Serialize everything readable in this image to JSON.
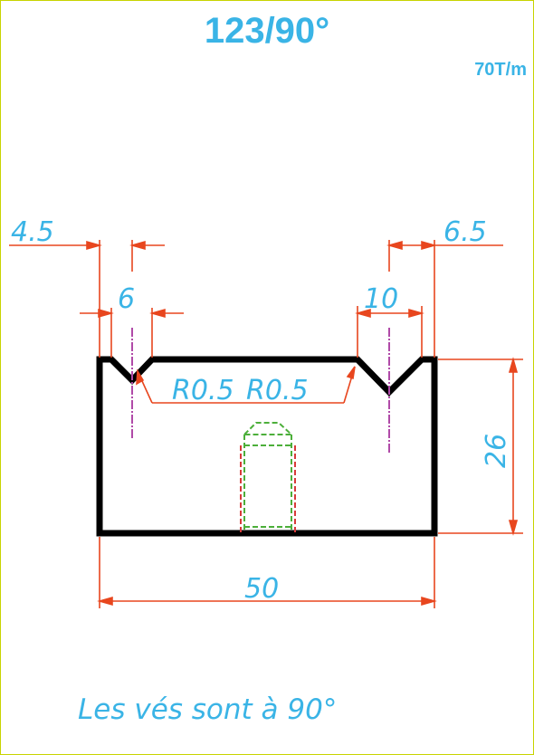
{
  "title": "123/90°",
  "capacity": "70T/m",
  "note": "Les vés sont à 90°",
  "dimensions": {
    "left_offset": "4.5",
    "left_v_width": "6",
    "right_v_width": "10",
    "right_offset": "6.5",
    "radius_left": "R0.5",
    "radius_right": "R0.5",
    "height": "26",
    "width": "50"
  },
  "colors": {
    "text": "#3ab4e6",
    "dimension_lines": "#e8461e",
    "profile": "#000000",
    "axis": "#b04aa8",
    "tang_green": "#4caf3a",
    "tang_red": "#d83a3a",
    "frame": "#c8d400"
  }
}
